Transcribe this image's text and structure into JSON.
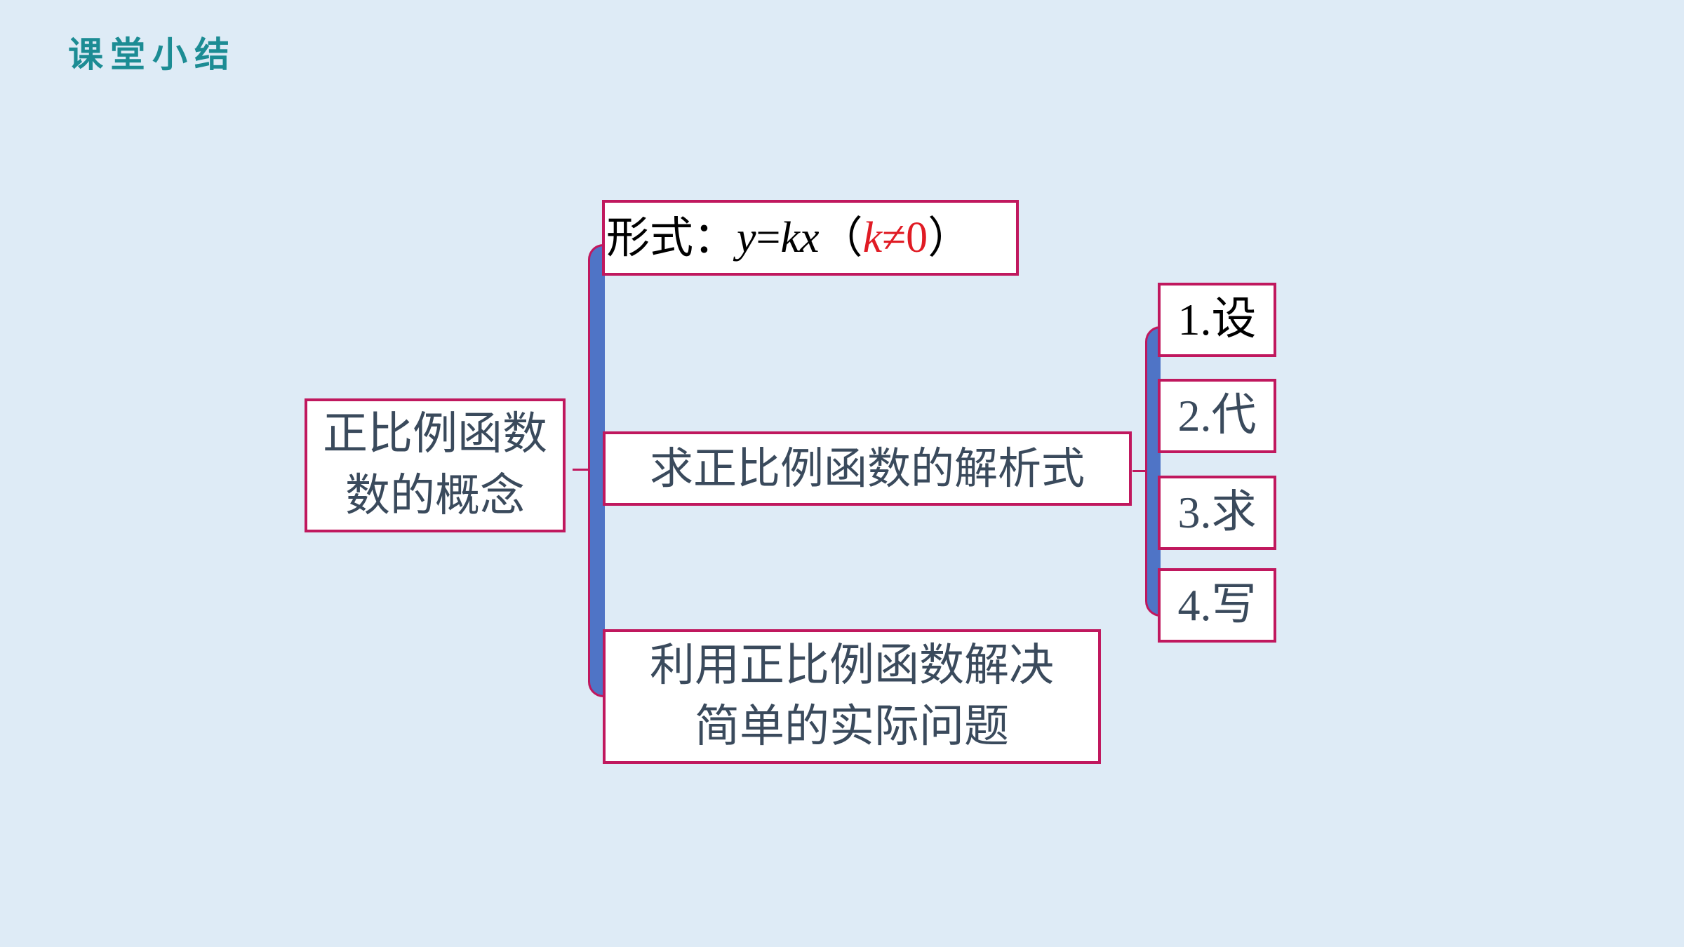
{
  "header": {
    "title": "课堂小结"
  },
  "root": {
    "line1": "正比例函数",
    "line2": "数的概念"
  },
  "form": {
    "label": "形式：",
    "y": "y",
    "eq": "=",
    "kx": "kx",
    "open": "（",
    "k": "k",
    "neq": "≠0",
    "close": "）"
  },
  "solve": {
    "label": "求正比例函数的解析式"
  },
  "apply": {
    "line1": "利用正比例函数解决",
    "line2": "简单的实际问题"
  },
  "steps": [
    {
      "num": "1.",
      "text": "设"
    },
    {
      "num": "2.",
      "text": "代"
    },
    {
      "num": "3.",
      "text": "求"
    },
    {
      "num": "4.",
      "text": "写"
    }
  ],
  "colors": {
    "background": "#deebf6",
    "header": "#1c8c94",
    "border": "#c0185e",
    "bracket": "#4f74c6",
    "text": "#3a4a5c",
    "highlight": "#e01b24"
  }
}
